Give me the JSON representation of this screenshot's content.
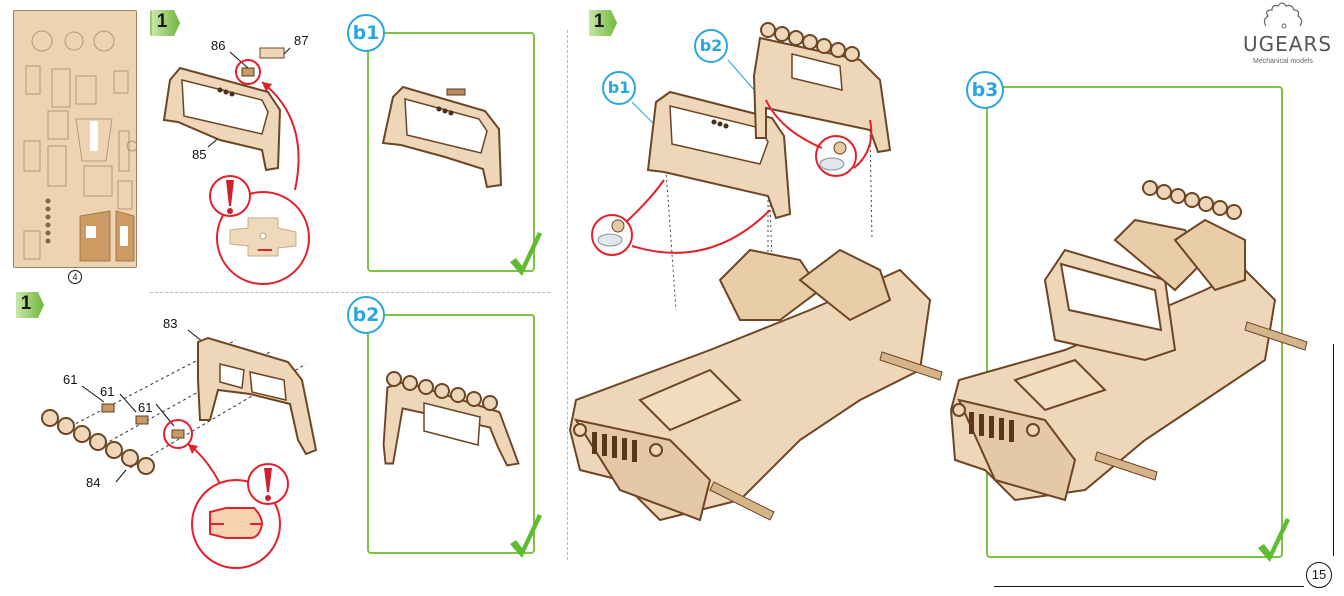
{
  "brand": {
    "name": "UGEARS",
    "tagline": "Mechanical models"
  },
  "page_number": "15",
  "parts_sheet": {
    "sheet_number": "4"
  },
  "colors": {
    "step_badge_green": "#7dc243",
    "bubble_blue": "#2aa6df",
    "frame_green": "#7dc243",
    "warning_red": "#e2212b",
    "wood": "#ecd3b2",
    "wood_dark": "#7a4b26"
  },
  "steps": [
    {
      "id": "step-1-windshield",
      "step_number": "1",
      "part_labels": [
        "86",
        "87",
        "85"
      ],
      "warning_icon": "exclamation-icon",
      "result_label": "b1"
    },
    {
      "id": "step-1-light-bar",
      "step_number": "1",
      "part_labels": [
        "83",
        "61",
        "61",
        "61",
        "84"
      ],
      "warning_icon": "exclamation-icon",
      "result_label": "b2"
    },
    {
      "id": "step-1-assembly",
      "step_number": "1",
      "callouts": [
        "b1",
        "b2"
      ],
      "glue_icon": "glue-pot-icon",
      "result_label": "b3"
    }
  ]
}
